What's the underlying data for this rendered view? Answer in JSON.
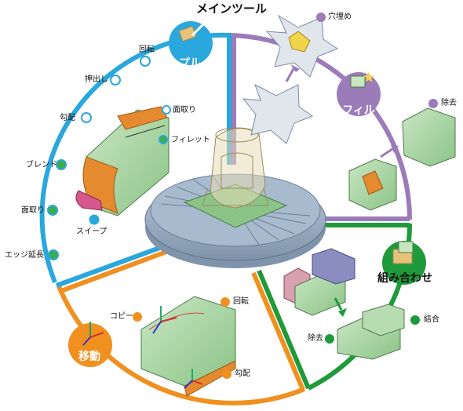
{
  "title": "メインツール",
  "colors": {
    "pull": "#2aa7dc",
    "fill": "#9b7bb8",
    "combine": "#1f9a3a",
    "move": "#f0901e",
    "part_green": "#a9d6a4",
    "part_orange": "#e58a2e",
    "table": "#9fb3c8"
  },
  "sections": {
    "pull": {
      "label": "プル",
      "tools": [
        "回転",
        "押出し",
        "勾配",
        "ブレンド",
        "面取り",
        "エッジ延長"
      ],
      "inner_labels": [
        "面取り",
        "フィレット",
        "スイープ"
      ]
    },
    "fill": {
      "label": "フィル",
      "tools": [
        "穴埋め",
        "除去"
      ]
    },
    "combine": {
      "label": "組み合わせ",
      "tools": [
        "結合",
        "除去"
      ]
    },
    "move": {
      "label": "移動",
      "tools": [
        "コピー",
        "回転",
        "勾配"
      ]
    }
  },
  "icons": {
    "pull": "pull-arrow-icon",
    "fill": "fill-star-icon",
    "combine": "combine-blocks-icon",
    "move": "move-axes-icon"
  }
}
